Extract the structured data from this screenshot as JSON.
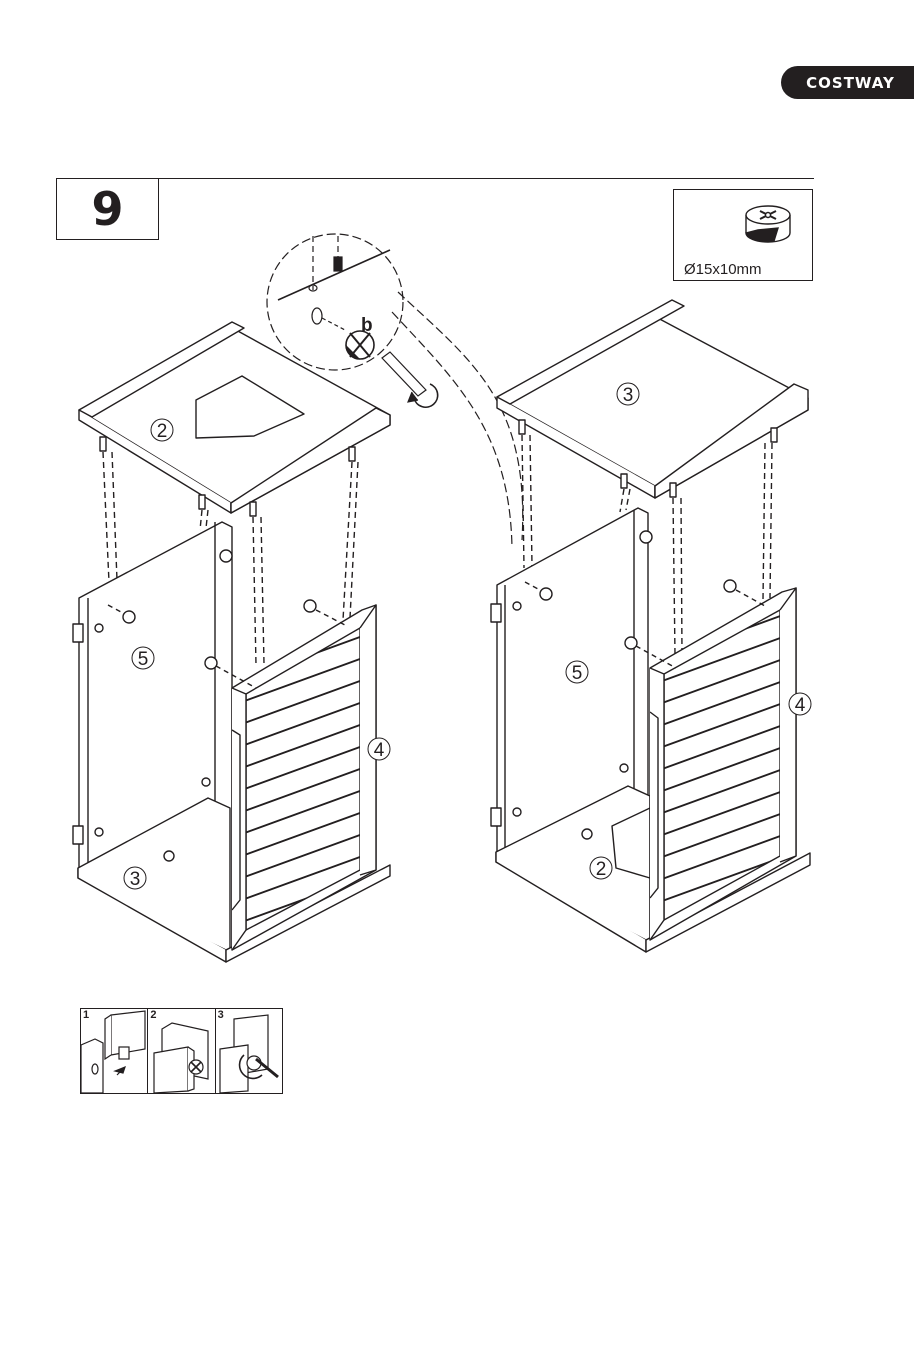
{
  "brand": {
    "name": "COSTWAY"
  },
  "step": {
    "number": "9"
  },
  "hardware": {
    "size_label": "Ø15x10mm",
    "icon": "cam-lock-icon",
    "detail_label": "b"
  },
  "parts": {
    "left_assembly": {
      "top_panel": "2",
      "back_panel": "5",
      "side_panel": "4",
      "bottom_panel": "3"
    },
    "right_assembly": {
      "top_panel": "3",
      "back_panel": "5",
      "side_panel": "4",
      "bottom_panel": "2"
    }
  },
  "inset_steps": [
    {
      "number": "1"
    },
    {
      "number": "2"
    },
    {
      "number": "3"
    }
  ],
  "colors": {
    "ink": "#231f20",
    "paper": "#ffffff"
  }
}
